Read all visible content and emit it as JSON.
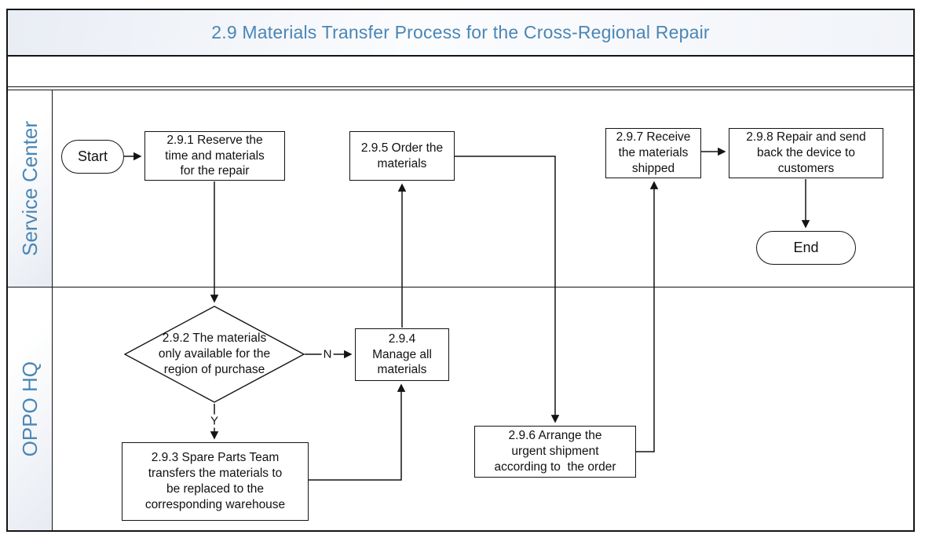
{
  "title": "2.9 Materials Transfer Process for the Cross-Regional Repair",
  "lanes": {
    "lane1": "Service Center",
    "lane2": "OPPO HQ"
  },
  "nodes": {
    "start": "Start",
    "n291": "2.9.1 Reserve the\ntime and materials\nfor the repair",
    "n295": "2.9.5 Order the\nmaterials",
    "n297": "2.9.7 Receive\nthe materials\nshipped",
    "n298": "2.9.8 Repair and send\nback the device to\ncustomers",
    "end": "End",
    "n292": "2.9.2 The materials\nonly available for the\nregion of purchase",
    "n294": "2.9.4\nManage all\nmaterials",
    "n293": "2.9.3 Spare Parts Team\ntransfers the materials to\nbe replaced to the\ncorresponding warehouse",
    "n296": "2.9.6 Arrange the\nurgent shipment\naccording to  the order"
  },
  "edge_labels": {
    "no": "N",
    "yes": "Y"
  },
  "colors": {
    "accent_blue": "#4a86b5",
    "line_black": "#141414",
    "shape_fill": "#ffffff"
  }
}
